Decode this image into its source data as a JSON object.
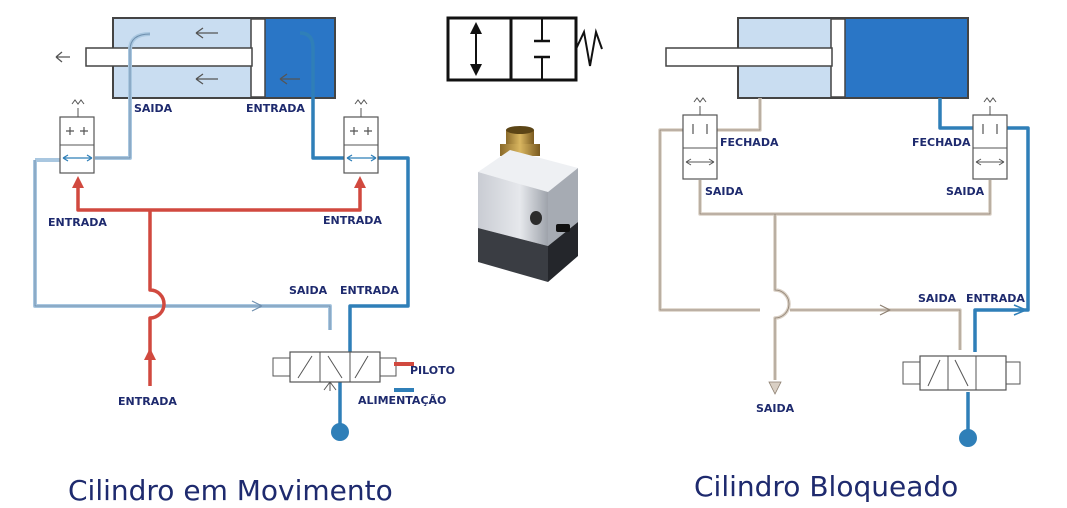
{
  "colors": {
    "pilot": "#d1493f",
    "supply": "#2f7fb8",
    "exhaust": "#a9c7e0",
    "cylinder_fill": "#c9ddf1",
    "piston_blue": "#2a76c6",
    "label": "#1e2a6e"
  },
  "left_diagram": {
    "caption": "Cilindro em Movimento",
    "labels": {
      "saida_top": "SAIDA",
      "entrada_top": "ENTRADA",
      "entrada_left": "ENTRADA",
      "entrada_right": "ENTRADA",
      "saida_mid": "SAIDA",
      "entrada_mid": "ENTRADA",
      "entrada_bottom": "ENTRADA"
    },
    "legend": {
      "pilot_label": "PILOTO",
      "supply_label": "ALIMENTAÇÃO"
    }
  },
  "right_diagram": {
    "caption": "Cilindro Bloqueado",
    "labels": {
      "fechada_left": "FECHADA",
      "fechada_right": "FECHADA",
      "saida_left": "SAIDA",
      "saida_right": "SAIDA",
      "saida_mid": "SAIDA",
      "entrada_mid": "ENTRADA",
      "saida_bottom": "SAIDA"
    }
  }
}
